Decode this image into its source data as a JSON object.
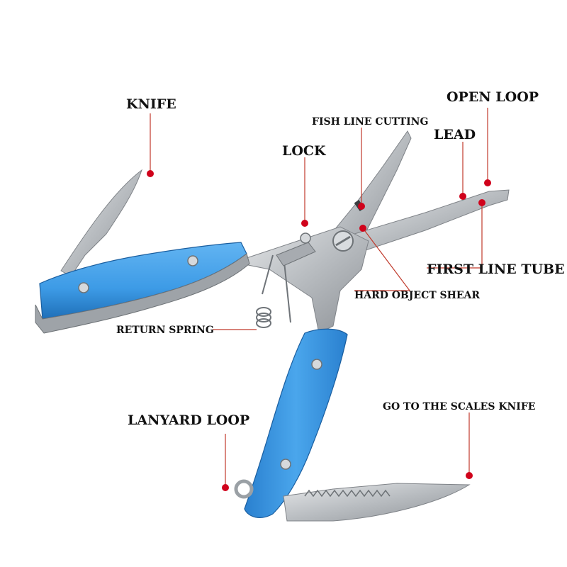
{
  "labels": {
    "knife": "KNIFE",
    "open_loop": "OPEN LOOP",
    "fish_line_cutting": "FISH LINE CUTTING",
    "lead": "LEAD",
    "lock": "LOCK",
    "first_line_tube": "FIRST LINE TUBE",
    "hard_object_shear": "HARD OBJECT SHEAR",
    "return_spring": "RETURN SPRING",
    "lanyard_loop": "LANYARD LOOP",
    "go_to_the_scales_knife": "GO TO THE SCALES KNIFE"
  },
  "colors": {
    "handle": "#3d9be6",
    "handle_dark": "#1f6fb8",
    "metal": "#c9ccd0",
    "metal_dark": "#8b8f94",
    "pointer": "#d0021b",
    "leader": "#c0392b",
    "text": "#111111"
  }
}
